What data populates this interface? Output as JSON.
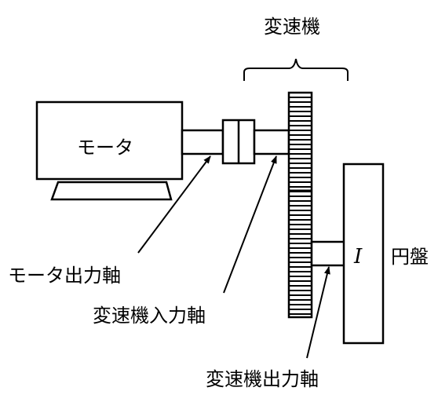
{
  "labels": {
    "motor": "モータ",
    "gearbox": "変速機",
    "motor_output_shaft": "モータ出力軸",
    "gearbox_input_shaft": "変速機入力軸",
    "gearbox_output_shaft": "変速機出力軸",
    "inertia_symbol": "I",
    "disk": "円盤"
  },
  "colors": {
    "line": "#000000",
    "background": "#ffffff"
  }
}
